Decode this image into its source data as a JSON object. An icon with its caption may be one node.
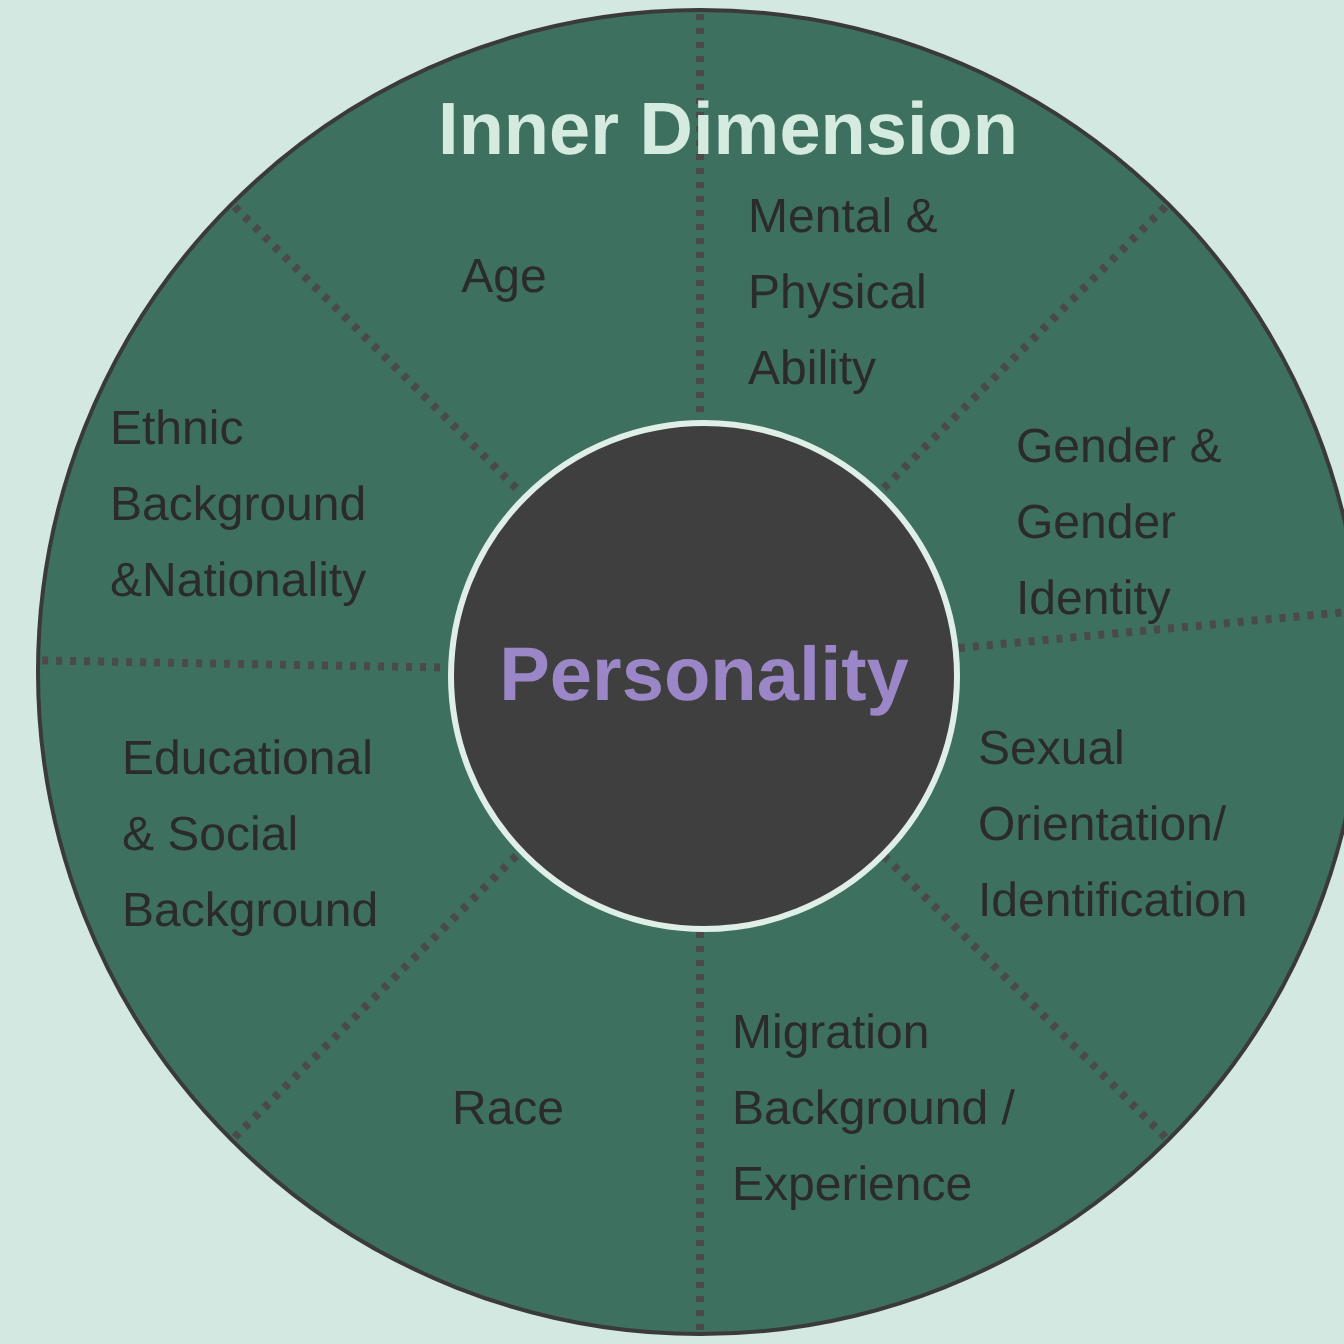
{
  "diagram": {
    "nodes": [
      {
        "text": [
          "Inner Dimension"
        ]
      },
      {
        "text": [
          "Age"
        ],
        "in": 0
      },
      {
        "text": [
          "Mental & Physical Ability"
        ],
        "in": 0
      },
      {
        "text": [
          "Ethnic Background &Nationality"
        ],
        "in": 0
      },
      {
        "text": [
          "Gender & Gender Identity"
        ],
        "in": 0
      },
      {
        "text": [
          "Personality"
        ],
        "in": 0
      },
      {
        "text": [
          "Educational & Social Background"
        ],
        "in": 0
      },
      {
        "text": [
          "Sexual Orientation/ Identification"
        ],
        "in": 0
      },
      {
        "text": [
          "Race"
        ],
        "in": 0
      },
      {
        "text": [
          "Migration Background / Experience"
        ],
        "in": 0
      }
    ]
  }
}
